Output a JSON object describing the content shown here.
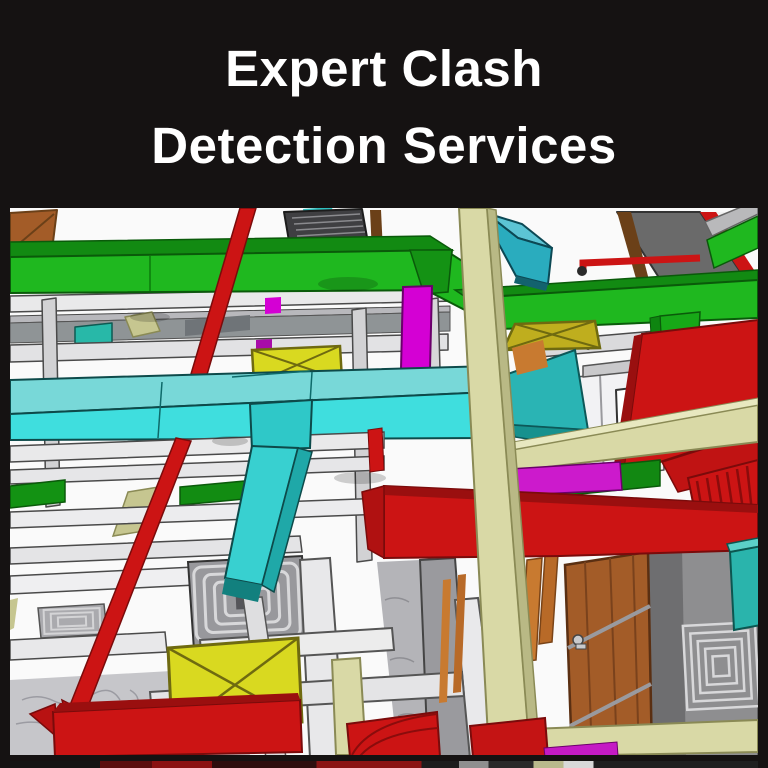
{
  "header": {
    "line1": "Expert Clash",
    "line2": "Detection Services"
  },
  "palette": {
    "page_black": "#151212",
    "title_text": "#ffffff",
    "model_bg": "#fafafa",
    "duct_green": "#1fb81f",
    "duct_green_top": "#128a12",
    "duct_green_dark": "#0d7a0d",
    "duct_cyan": "#3fdede",
    "duct_cyan_top": "#78d8d8",
    "duct_cyan_dark": "#22b0b0",
    "teal_cone": "#2ab4b4",
    "teal_dark": "#17918e",
    "pipe_red": "#cc1414",
    "red_dark": "#9a0f0f",
    "red_deep": "#7a0b0b",
    "box_yellow": "#d9d920",
    "box_mustard": "#bfae1e",
    "olive_line": "#6f6a10",
    "magenta": "#d400d4",
    "magenta_dim": "#a80ca8",
    "beige": "#d9d9a6",
    "beige_shade": "#b9b985",
    "beige_line": "#8a8a55",
    "khaki": "#c6c690",
    "wood": "#a35c28",
    "wood_dark": "#6b4018",
    "stud_orange": "#c87a30",
    "gray_light": "#e9e9ea",
    "gray_mid": "#b8b8bc",
    "gray_dark": "#8e8e90",
    "slab_gray": "#6a6a6a",
    "outline": "#4a4a4a",
    "marble": "#c6c6ca",
    "coil_bg": "#98989c",
    "coil_line": "#d8d8da"
  },
  "scene": {
    "alt": "3D BIM MEP coordination model showing clashing green and cyan supply ducts, red fire-main ducts and sprinkler pipes, yellow flexible connectors marked with X, magenta riser panels, beige structural columns, ceiling diffuser coils, a wood door and marble floor",
    "elements": [
      "green supply duct upper run",
      "green supply duct right run with branch drop",
      "cyan main duct with vertical drop to diffuser",
      "cyan elbow duct",
      "teal transition cone",
      "red diagonal riser pipe",
      "red equipment box with corrugated elbow",
      "red lower main duct",
      "yellow flex connectors with X markings",
      "magenta riser panels",
      "beige structural column and rails",
      "ceiling diffuser coils",
      "wood door and timber studs",
      "marble floor slab"
    ]
  }
}
